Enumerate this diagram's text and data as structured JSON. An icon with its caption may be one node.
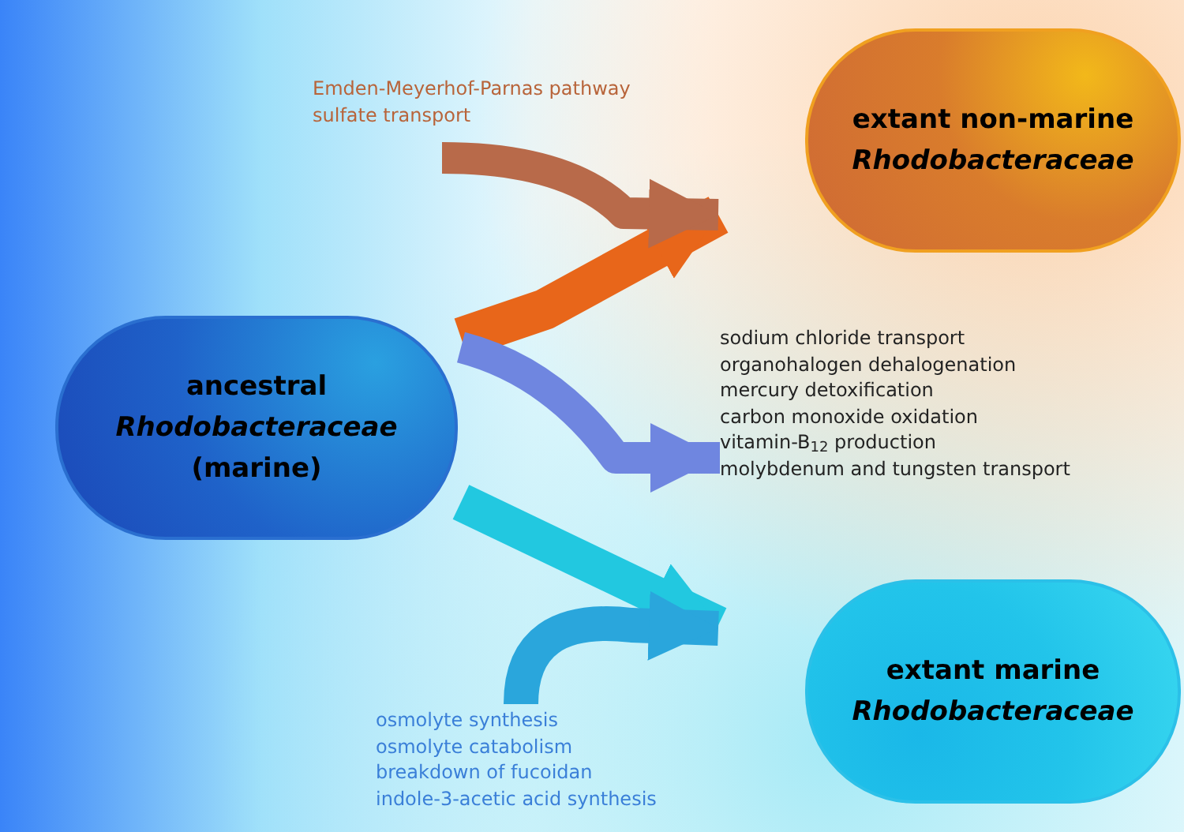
{
  "diagram": {
    "nodes": [
      {
        "text": [
          "ancestral *Rhodobacteraceae* (marine)"
        ]
      },
      {
        "text": [
          "extant non-marine *Rhodobacteraceae*"
        ]
      },
      {
        "text": [
          "extant marine *Rhodobacteraceae*"
        ]
      },
      {
        "text": [
          "Emden-Meyerhof-Parnas pathway",
          "sulfate transport"
        ]
      },
      {
        "text": [
          "sodium chloride transport",
          "organohalogen dehalogenation",
          "mercury detoxification",
          "carbon monoxide oxidation",
          "vitamin-B$_{12}$ production",
          "molybdenum and tungsten transport"
        ]
      },
      {
        "text": [
          "osmolyte synthesis",
          "osmolyte catabolism",
          "breakdown of fucoidan",
          "indole-3-acetic acid synthesis"
        ]
      }
    ],
    "edges": [
      {
        "from": 0,
        "to": 1,
        "arrow": "to",
        "color": "#e8661a"
      },
      {
        "from": 0,
        "to": 2,
        "arrow": "to",
        "color": "#22c8e0"
      },
      {
        "from": 3,
        "to": 1,
        "arrow": "to",
        "color": "#b86a4a"
      },
      {
        "from": 0,
        "to": 4,
        "arrow": "to",
        "color": "#6f86e0"
      },
      {
        "from": 5,
        "to": 2,
        "arrow": "to",
        "color": "#2aa6dc"
      }
    ]
  }
}
